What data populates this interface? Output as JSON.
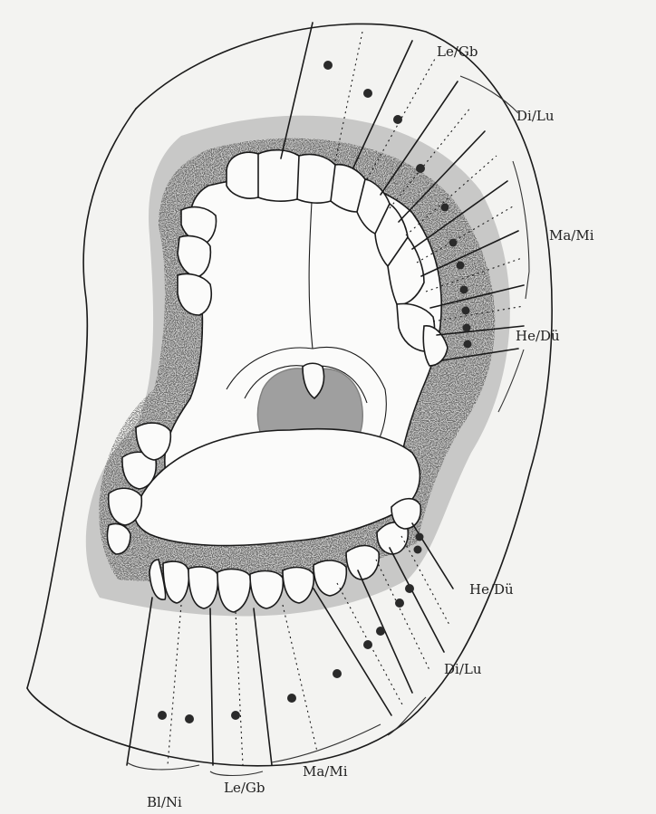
{
  "labels": {
    "upper_le_gb": "Le/Gb",
    "upper_di_lu": "Di/Lu",
    "upper_ma_mi": "Ma/Mi",
    "upper_he_du": "He/Dü",
    "lower_he_du": "He/Dü",
    "lower_di_lu": "Di/Lu",
    "lower_ma_mi": "Ma/Mi",
    "lower_le_gb": "Le/Gb",
    "lower_bl_ni": "Bl/Ni"
  },
  "colors": {
    "paper": "#f3f3f1",
    "ink": "#1a1a1a",
    "stipple": "#3a3a3a"
  }
}
